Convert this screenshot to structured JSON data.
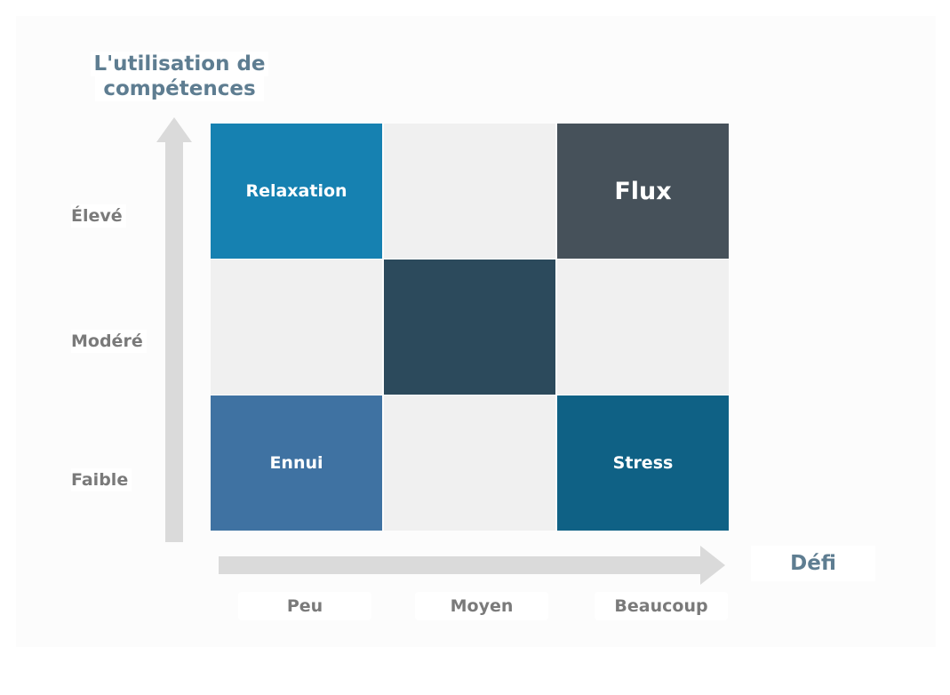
{
  "axes": {
    "y_title_line1": "L'utilisation de",
    "y_title_line2": "compétences",
    "x_title": "Défi",
    "row_labels": [
      "Élevé",
      "Modéré",
      "Faible"
    ],
    "col_labels": [
      "Peu",
      "Moyen",
      "Beaucoup"
    ]
  },
  "cells": {
    "top_left": {
      "label": "Relaxation",
      "color": "#1681b1"
    },
    "top_mid": {
      "label": "",
      "color": "#f0f0f0"
    },
    "top_right": {
      "label": "Flux",
      "color": "#46515a"
    },
    "mid_left": {
      "label": "",
      "color": "#f0f0f0"
    },
    "mid_mid": {
      "label": "",
      "color": "#2c4a5c"
    },
    "mid_right": {
      "label": "",
      "color": "#f0f0f0"
    },
    "bot_left": {
      "label": "Ennui",
      "color": "#3f72a2"
    },
    "bot_mid": {
      "label": "",
      "color": "#f0f0f0"
    },
    "bot_right": {
      "label": "Stress",
      "color": "#0f6185"
    }
  },
  "colors": {
    "axis_arrow": "#dadada",
    "title_color": "#5e7d91",
    "label_color": "#7a7a7a"
  }
}
